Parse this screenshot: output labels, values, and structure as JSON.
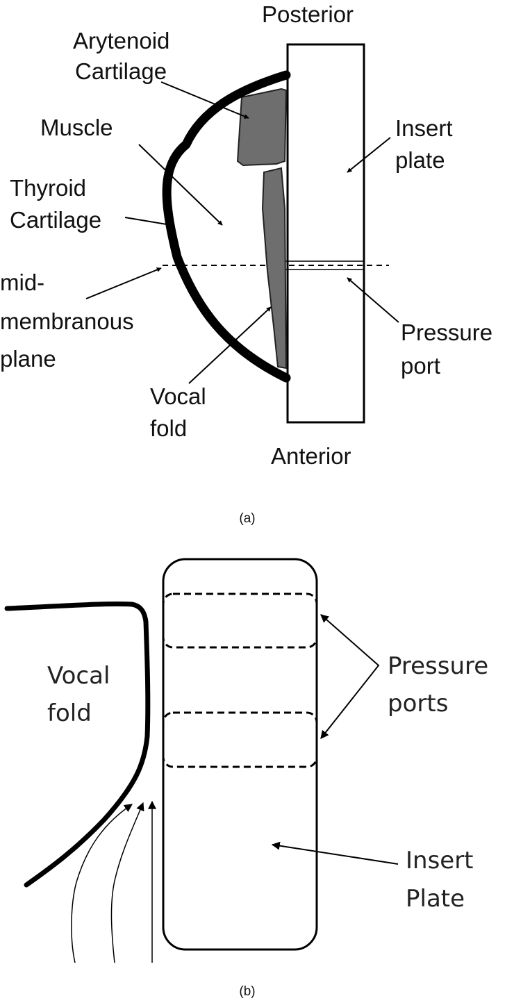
{
  "panel_a": {
    "caption": "(a)",
    "labels": {
      "posterior": "Posterior",
      "anterior": "Anterior",
      "arytenoid_line1": "Arytenoid",
      "arytenoid_line2": "Cartilage",
      "muscle": "Muscle",
      "thyroid_line1": "Thyroid",
      "thyroid_line2": "Cartilage",
      "midplane_line1": "mid-",
      "midplane_line2": "membranous",
      "midplane_line3": "plane",
      "vocal_line1": "Vocal",
      "vocal_line2": "fold",
      "insert_line1": "Insert",
      "insert_line2": "plate",
      "pressure_line1": "Pressure",
      "pressure_line2": "port"
    },
    "colors": {
      "tissue": "#6e6e6e",
      "outline": "#000000"
    }
  },
  "panel_b": {
    "caption": "(b)",
    "labels": {
      "vocal_line1": "Vocal",
      "vocal_line2": "fold",
      "pressure_line1": "Pressure",
      "pressure_line2": "ports",
      "insert_line1": "Insert",
      "insert_line2": "Plate"
    }
  }
}
